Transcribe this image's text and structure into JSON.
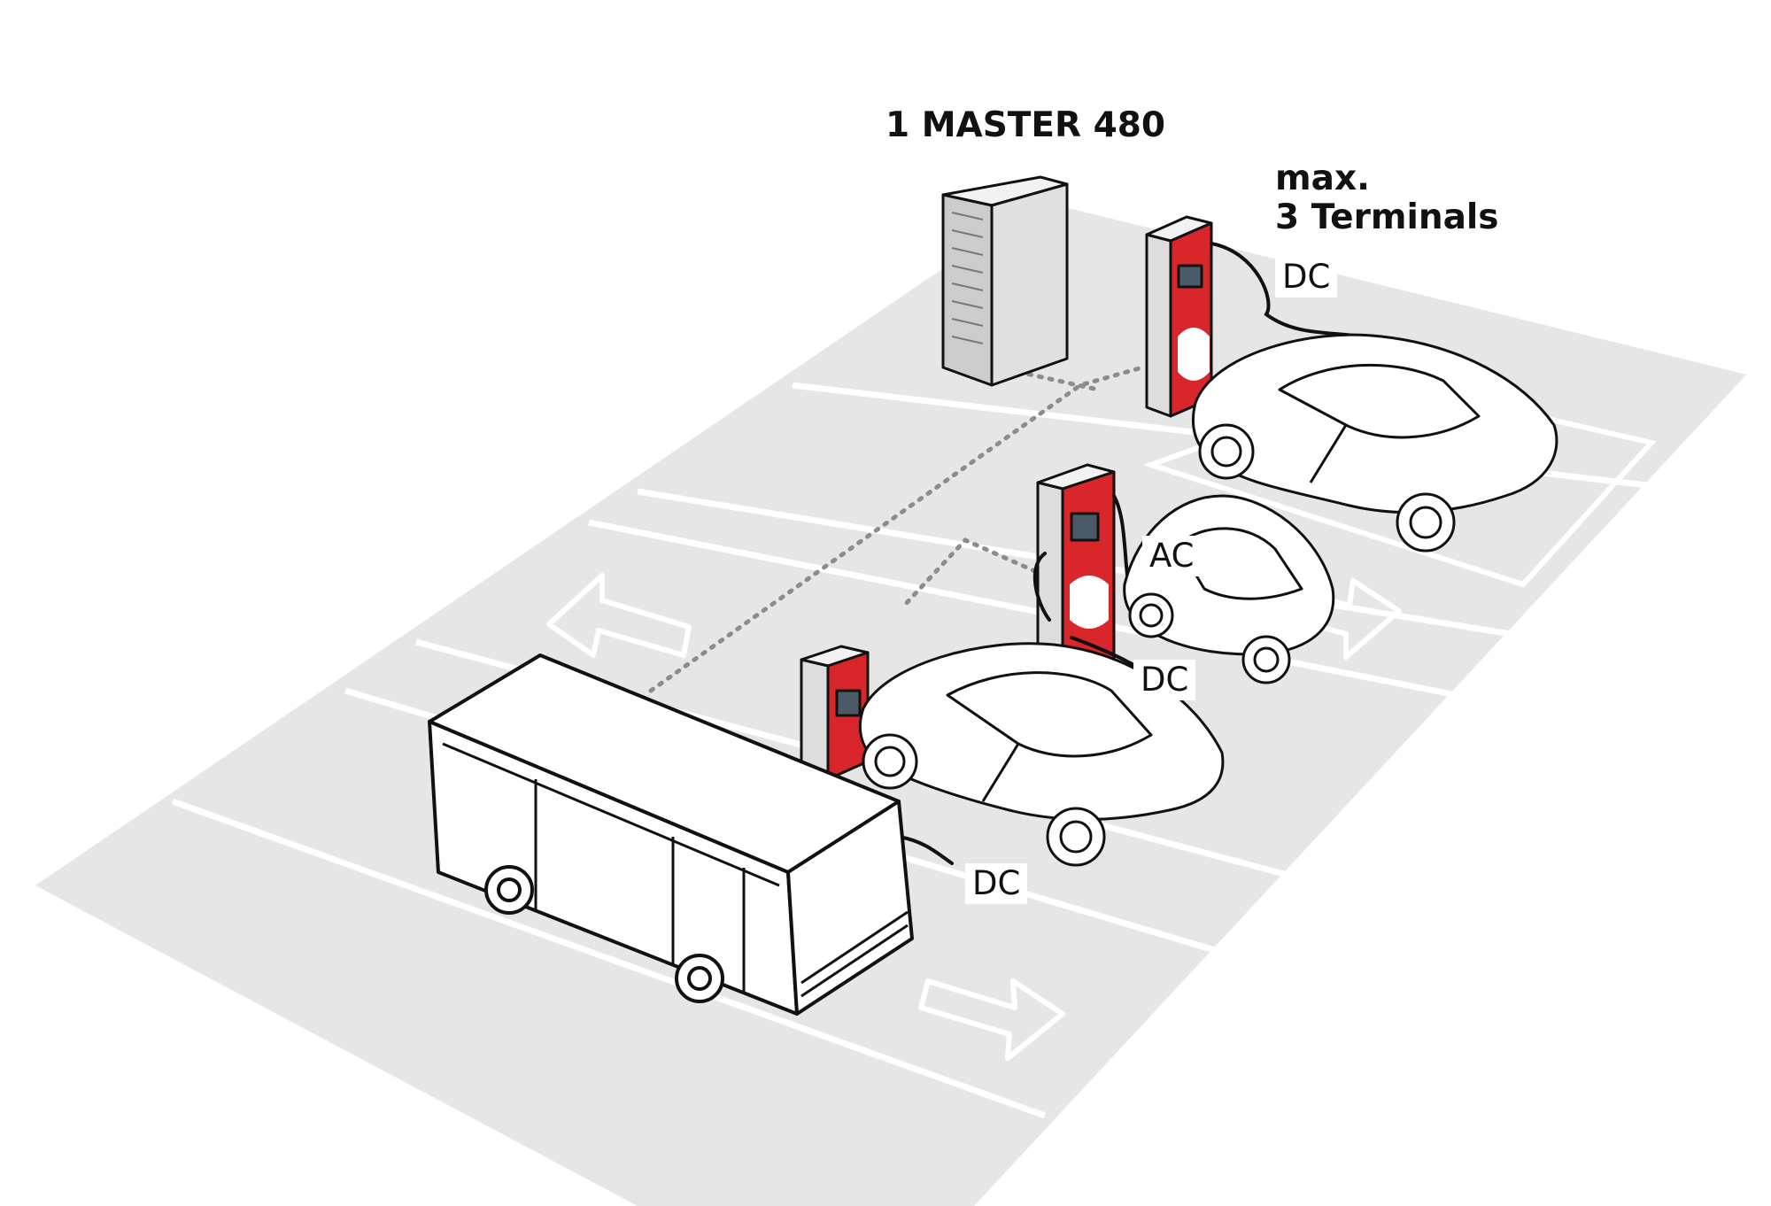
{
  "diagram": {
    "title": "1 MASTER 480",
    "terminals_line1": "max.",
    "terminals_line2": "3 Terminals",
    "connections": [
      {
        "id": "dc-top",
        "label": "DC"
      },
      {
        "id": "ac-mid",
        "label": "AC"
      },
      {
        "id": "dc-mid",
        "label": "DC"
      },
      {
        "id": "dc-bus",
        "label": "DC"
      }
    ]
  },
  "colors": {
    "ground": "#e6e6e6",
    "lane_line": "#ffffff",
    "charger_red": "#d9262b",
    "outline": "#111111",
    "cabinet_gray": "#d9d9d9",
    "cable_dots": "#8c8c8c"
  },
  "icons": [
    "master-cabinet-icon",
    "charger-terminal-icon",
    "car-icon",
    "small-car-icon",
    "bus-icon",
    "arrow-icon"
  ]
}
